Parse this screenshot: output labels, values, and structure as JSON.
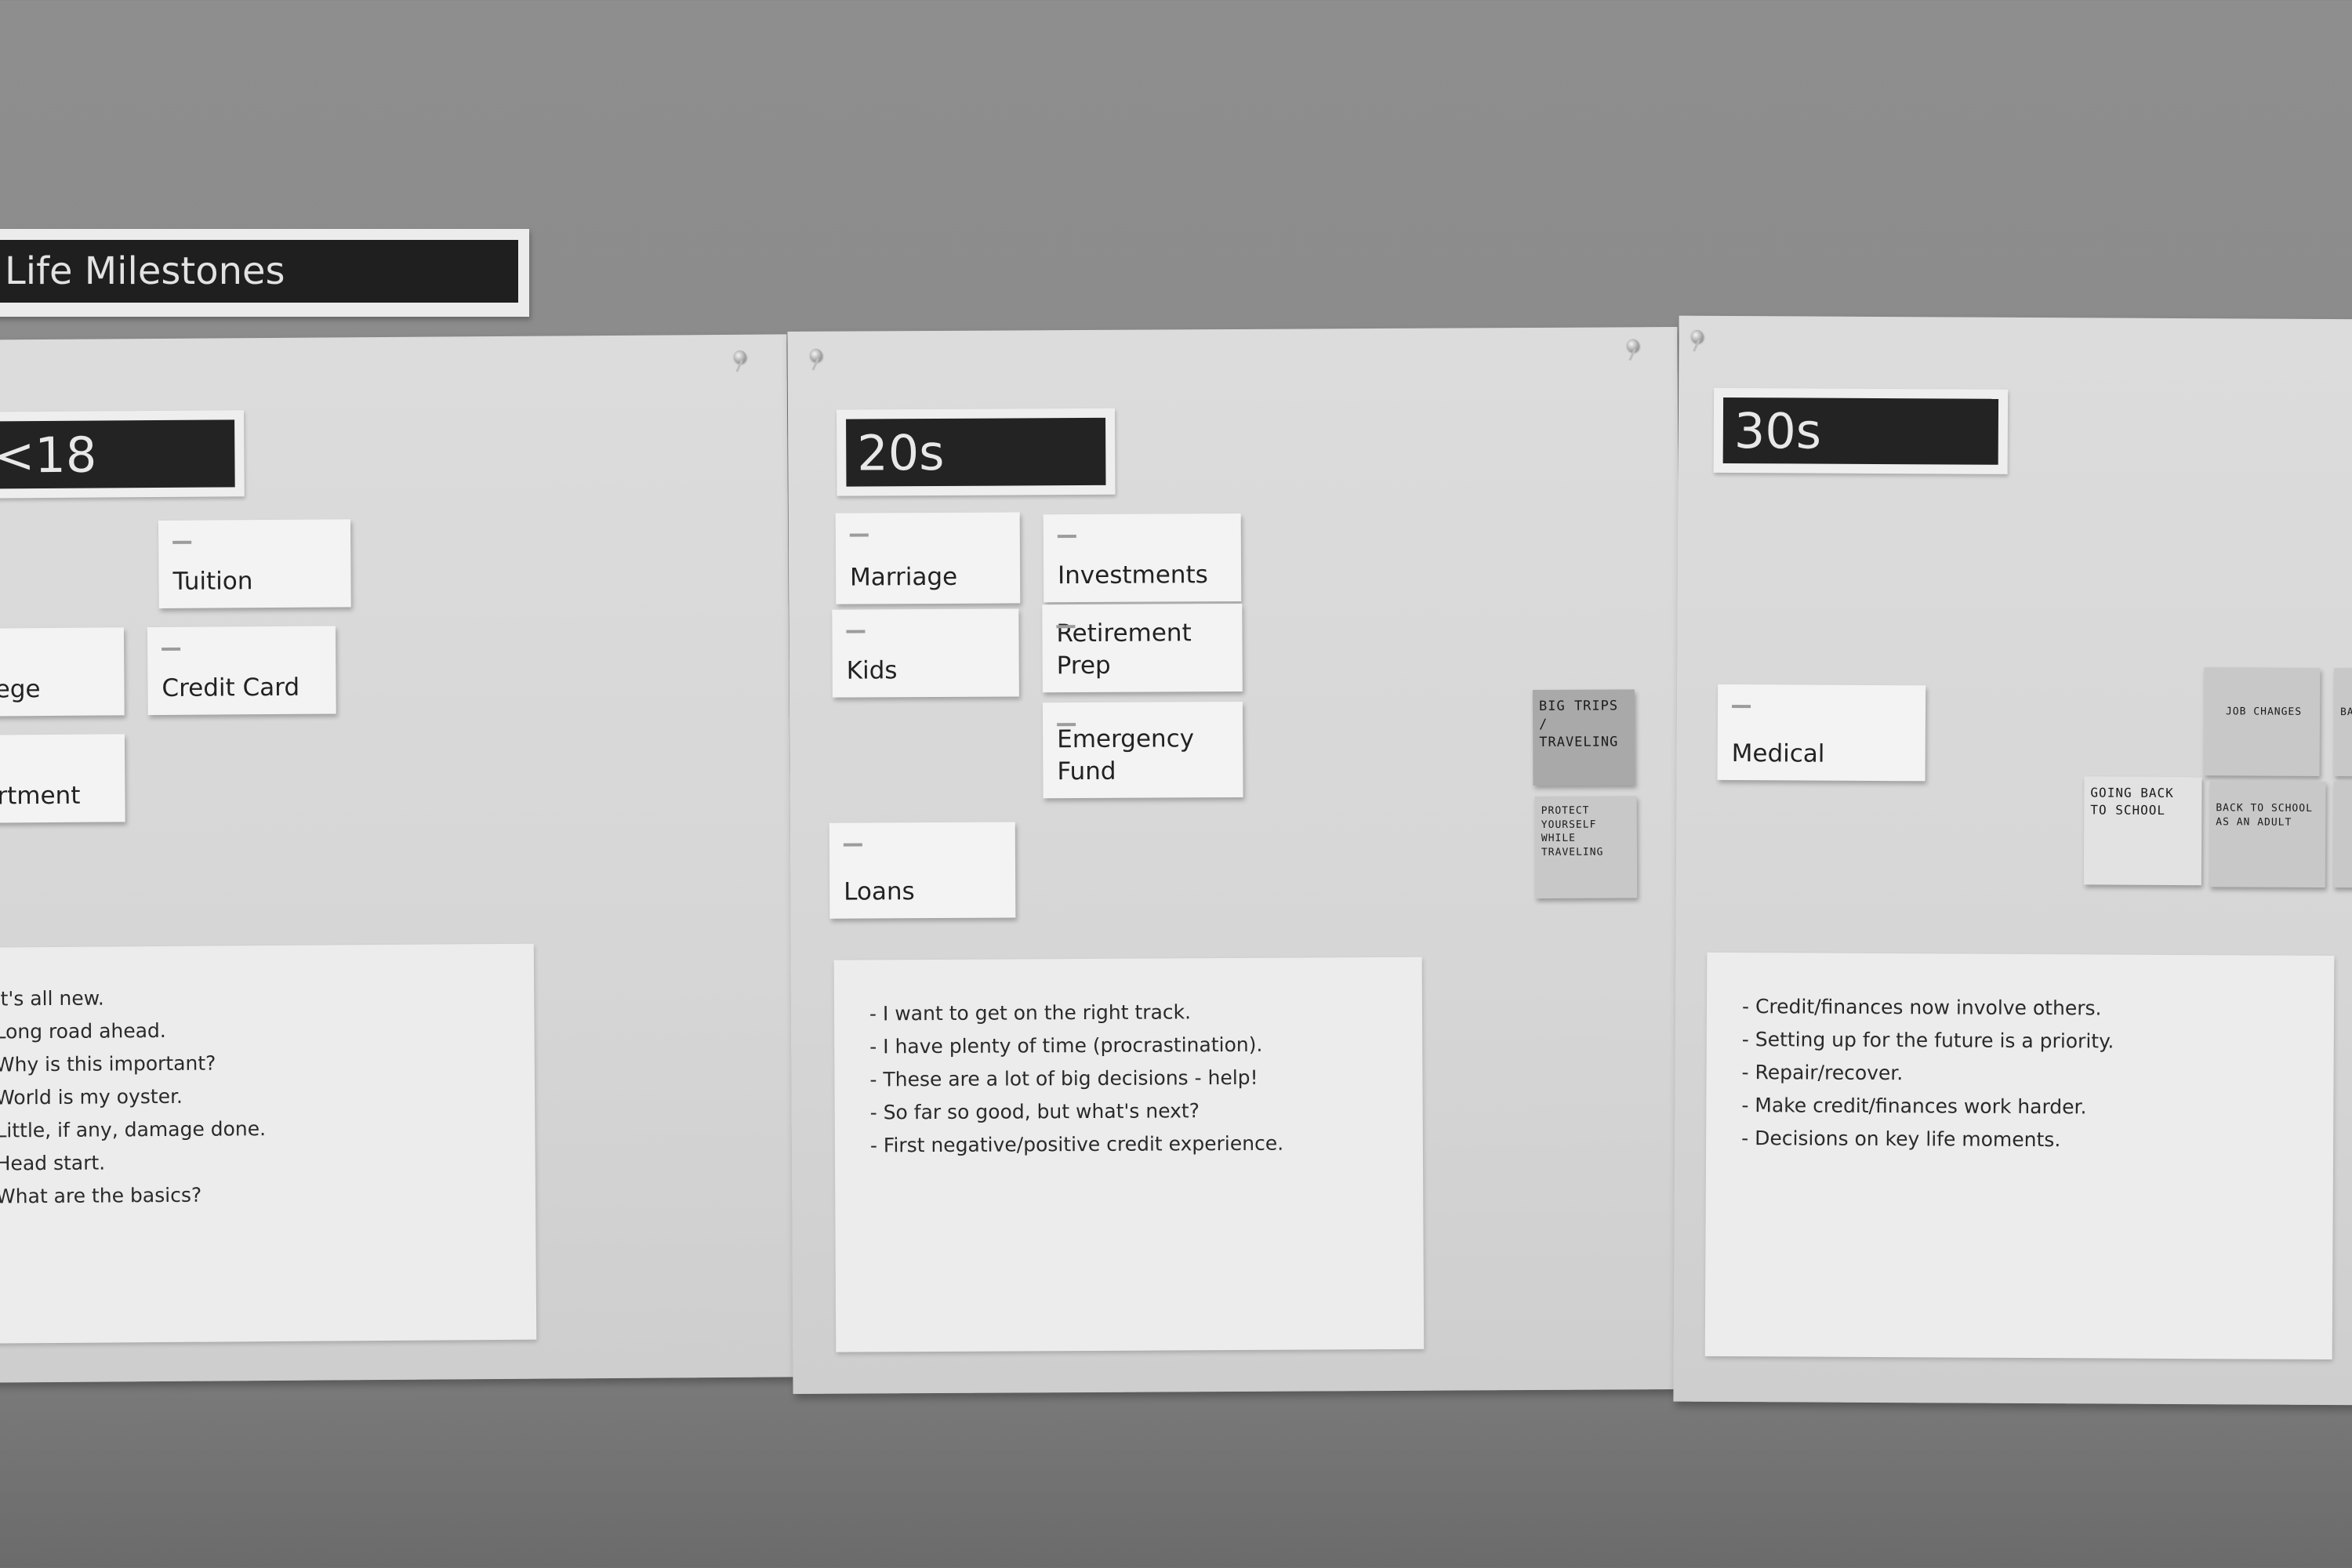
{
  "banner": {
    "title": "Life Milestones"
  },
  "columns": [
    {
      "heading": "<18",
      "cards": [
        "Tuition",
        "llege",
        "Credit Card",
        "artment"
      ],
      "notes": [
        "It's all new.",
        "Long road ahead.",
        "Why is this important?",
        "World is my oyster.",
        "Little, if any, damage done.",
        "Head start.",
        "What are the basics?"
      ]
    },
    {
      "heading": "20s",
      "cards": [
        "Marriage",
        "Investments",
        "Kids",
        "Retirement Prep",
        "Emergency Fund",
        "Loans"
      ],
      "stickies": [
        "Big Trips / Traveling",
        "Protect Yourself While Traveling"
      ],
      "notes": [
        "- I want to get on the right track.",
        "- I have plenty of time (procrastination).",
        "- These are a lot of big decisions - help!",
        "- So far so good, but what's next?",
        "- First negative/positive credit experience."
      ]
    },
    {
      "heading": "30s",
      "cards": [
        "Medical"
      ],
      "stickies": [
        "Job Changes",
        "Going Back to School",
        "Back to School as an Adult",
        "Ba"
      ],
      "notes": [
        "- Credit/finances now involve others.",
        "- Setting up for the future is a priority.",
        "- Repair/recover.",
        "- Make credit/finances work harder.",
        "- Decisions on key life moments."
      ]
    }
  ]
}
